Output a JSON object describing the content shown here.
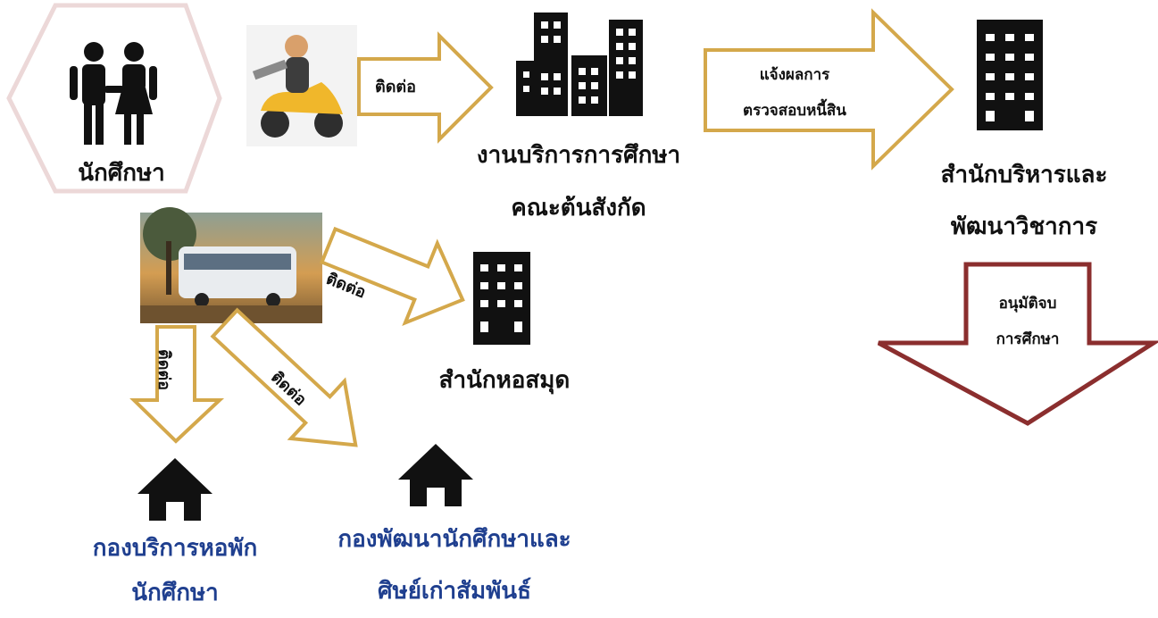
{
  "student": {
    "label": "นักศึกษา",
    "icon": "couple-icon"
  },
  "faculty": {
    "label_line1": "งานบริการการศึกษา",
    "label_line2": "คณะต้นสังกัด",
    "icon": "buildings-icon"
  },
  "academic_office": {
    "label_line1": "สำนักบริหารและ",
    "label_line2": "พัฒนาวิชาการ",
    "icon": "building-icon"
  },
  "library": {
    "label": "สำนักหอสมุด",
    "icon": "building-icon"
  },
  "dormitory": {
    "label_line1": "กองบริการหอพัก",
    "label_line2": "นักศึกษา",
    "icon": "house-icon"
  },
  "student_affairs": {
    "label_line1": "กองพัฒนานักศึกษาและ",
    "label_line2": "ศิษย์เก่าสัมพันธ์",
    "icon": "house-icon"
  },
  "arrows": {
    "contact": "ติดต่อ",
    "notify_line1": "แจ้งผลการ",
    "notify_line2": "ตรวจสอบหนี้สิน",
    "approve_line1": "อนุมัติจบ",
    "approve_line2": "การศึกษา"
  },
  "colors": {
    "arrow_gold": "#d4a84b",
    "arrow_red": "#8b2e2e",
    "hexagon_outline": "#ecd8d8",
    "label_blue": "#1f3f8f",
    "icon_black": "#111111"
  },
  "images": {
    "scooter": "scooter-rider-photo",
    "bus": "bus-photo"
  }
}
